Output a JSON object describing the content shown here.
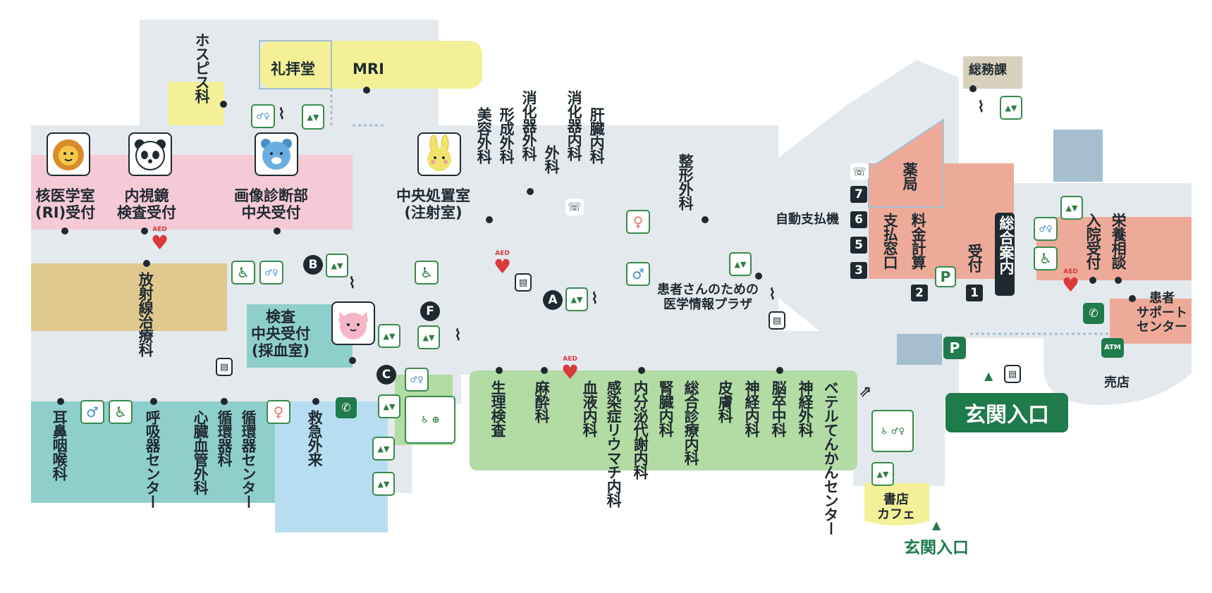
{
  "labels": {
    "hospice": "ホスピス科",
    "chapel": "礼拝堂",
    "mri": "MRI",
    "nuclear": "核医学室\n(RI)受付",
    "endoscopy": "内視鏡\n検査受付",
    "imaging": "画像診断部\n中央受付",
    "treatment": "中央処置室\n(注射室)",
    "cosmetic": "美容外科",
    "plastic": "形成外科",
    "gi_surgery": "消化器外科",
    "surgery": "外科",
    "gi_internal": "消化器内科",
    "liver": "肝臓内科",
    "orthopedics": "整形外科",
    "general_affairs": "総務課",
    "pharmacy": "薬局",
    "auto_payment": "自動支払機",
    "payment_window": "支払窓口",
    "fee_calc": "料金計算",
    "reception": "受付",
    "info_desk": "総合案内",
    "admission": "入院受付",
    "nutrition": "栄養相談",
    "patient_support": "患者\nサポート\nセンター",
    "shop": "売店",
    "radiation": "放射線治療科",
    "lab_reception": "検査\n中央受付\n(採血室)",
    "info_plaza": "患者さんのための\n医学情報プラザ",
    "ent": "耳鼻咽喉科",
    "respiratory": "呼吸器センター",
    "cardio_surgery": "心臓血管外科",
    "circulatory": "循環器科",
    "circulatory_center": "循環器センター",
    "emergency": "救急外来",
    "physiology": "生理検査",
    "anesthesia": "麻酔科",
    "hematology": "血液内科",
    "infectious": "感染症リウマチ内科",
    "endocrine": "内分泌代謝内科",
    "nephrology": "腎臓内科",
    "general_medicine": "総合診療内科",
    "dermatology": "皮膚科",
    "neuro_internal": "神経内科",
    "stroke": "脳卒中科",
    "neurosurgery": "神経外科",
    "epilepsy": "ベテルてんかんセンター",
    "bookstore": "書店\nカフェ",
    "entrance_main": "玄関入口",
    "entrance_sub": "玄関入口"
  },
  "markers": [
    "A",
    "B",
    "C",
    "F"
  ],
  "counters": [
    "1",
    "2",
    "3",
    "5",
    "6",
    "7"
  ],
  "icons": {
    "atm": "ATM",
    "aed": "AED",
    "parking": "P",
    "phone": "✆",
    "elevator": "▲▼",
    "toilet": "♂♀",
    "wheelchair": "♿"
  },
  "colors": {
    "corridor": "#e4e9ee",
    "pink": "#f5c9d6",
    "tan": "#dfc98f",
    "teal": "#8fcfcb",
    "lightblue": "#b7def0",
    "green": "#b3dba4",
    "salmon": "#eeaa98",
    "yellow": "#f4f098",
    "steel": "#a5bfd0",
    "brand_green": "#1f7a4c"
  }
}
